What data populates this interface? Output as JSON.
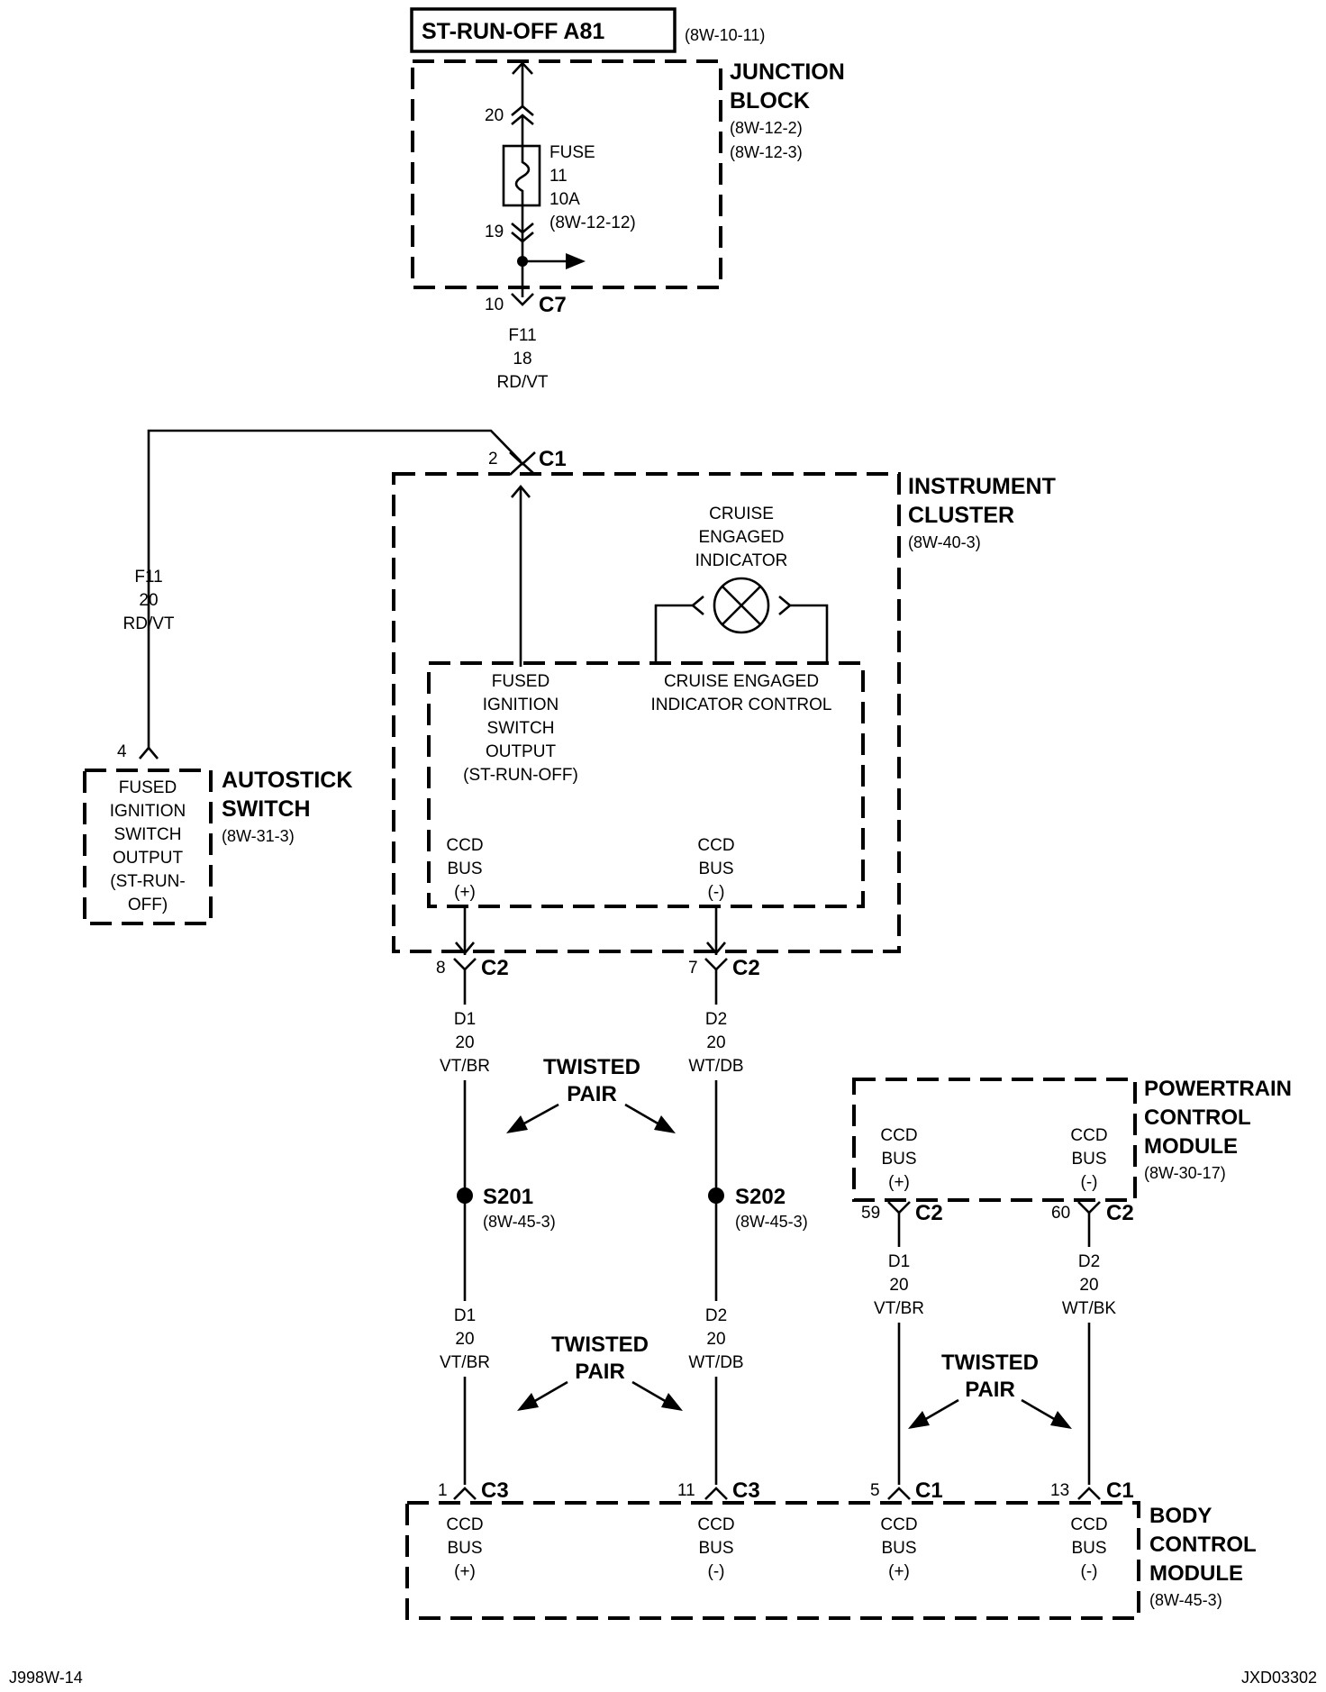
{
  "header": {
    "title": "ST-RUN-OFF A81",
    "ref": "(8W-10-11)"
  },
  "junction_block": {
    "name_line1": "JUNCTION",
    "name_line2": "BLOCK",
    "ref1": "(8W-12-2)",
    "ref2": "(8W-12-3)",
    "fuse_label": "FUSE",
    "fuse_number": "11",
    "fuse_rating": "10A",
    "fuse_ref": "(8W-12-12)",
    "pin_top": "20",
    "pin_bottom": "19"
  },
  "c7": {
    "pin": "10",
    "name": "C7"
  },
  "wire_main": {
    "circuit": "F11",
    "gauge": "18",
    "color": "RD/VT"
  },
  "c1_cluster": {
    "pin": "2",
    "name": "C1"
  },
  "wire_autostick": {
    "circuit": "F11",
    "gauge": "20",
    "color": "RD/VT"
  },
  "autostick": {
    "pin": "4",
    "name_line1": "AUTOSTICK",
    "name_line2": "SWITCH",
    "ref": "(8W-31-3)",
    "fn": [
      "FUSED",
      "IGNITION",
      "SWITCH",
      "OUTPUT",
      "(ST-RUN-",
      "OFF)"
    ]
  },
  "cluster": {
    "name_line1": "INSTRUMENT",
    "name_line2": "CLUSTER",
    "ref": "(8W-40-3)",
    "lamp": [
      "CRUISE",
      "ENGAGED",
      "INDICATOR"
    ],
    "fused_output": [
      "FUSED",
      "IGNITION",
      "SWITCH",
      "OUTPUT",
      "(ST-RUN-OFF)"
    ],
    "indicator_control": [
      "CRUISE ENGAGED",
      "INDICATOR CONTROL"
    ],
    "ccd_plus": [
      "CCD",
      "BUS",
      "(+)"
    ],
    "ccd_minus": [
      "CCD",
      "BUS",
      "(-)"
    ]
  },
  "c2_cluster_plus": {
    "pin": "8",
    "name": "C2"
  },
  "c2_cluster_minus": {
    "pin": "7",
    "name": "C2"
  },
  "wire_d1_upper": {
    "circuit": "D1",
    "gauge": "20",
    "color": "VT/BR"
  },
  "wire_d2_upper": {
    "circuit": "D2",
    "gauge": "20",
    "color": "WT/DB"
  },
  "twisted_pair_1": [
    "TWISTED",
    "PAIR"
  ],
  "s201": {
    "name": "S201",
    "ref": "(8W-45-3)"
  },
  "s202": {
    "name": "S202",
    "ref": "(8W-45-3)"
  },
  "wire_d1_lower": {
    "circuit": "D1",
    "gauge": "20",
    "color": "VT/BR"
  },
  "wire_d2_lower": {
    "circuit": "D2",
    "gauge": "20",
    "color": "WT/DB"
  },
  "twisted_pair_2": [
    "TWISTED",
    "PAIR"
  ],
  "pcm": {
    "name_line1": "POWERTRAIN",
    "name_line2": "CONTROL",
    "name_line3": "MODULE",
    "ref": "(8W-30-17)",
    "ccd_plus": [
      "CCD",
      "BUS",
      "(+)"
    ],
    "ccd_minus": [
      "CCD",
      "BUS",
      "(-)"
    ]
  },
  "c2_pcm_plus": {
    "pin": "59",
    "name": "C2"
  },
  "c2_pcm_minus": {
    "pin": "60",
    "name": "C2"
  },
  "wire_pcm_d1": {
    "circuit": "D1",
    "gauge": "20",
    "color": "VT/BR"
  },
  "wire_pcm_d2": {
    "circuit": "D2",
    "gauge": "20",
    "color": "WT/BK"
  },
  "twisted_pair_3": [
    "TWISTED",
    "PAIR"
  ],
  "bcm_connectors": {
    "c3_plus": {
      "pin": "1",
      "name": "C3"
    },
    "c3_minus": {
      "pin": "11",
      "name": "C3"
    },
    "c1_plus": {
      "pin": "5",
      "name": "C1"
    },
    "c1_minus": {
      "pin": "13",
      "name": "C1"
    }
  },
  "bcm": {
    "name_line1": "BODY",
    "name_line2": "CONTROL",
    "name_line3": "MODULE",
    "ref": "(8W-45-3)",
    "ccd_plus": [
      "CCD",
      "BUS",
      "(+)"
    ],
    "ccd_minus": [
      "CCD",
      "BUS",
      "(-)"
    ]
  },
  "footer": {
    "left": "J998W-14",
    "right": "JXD03302"
  }
}
